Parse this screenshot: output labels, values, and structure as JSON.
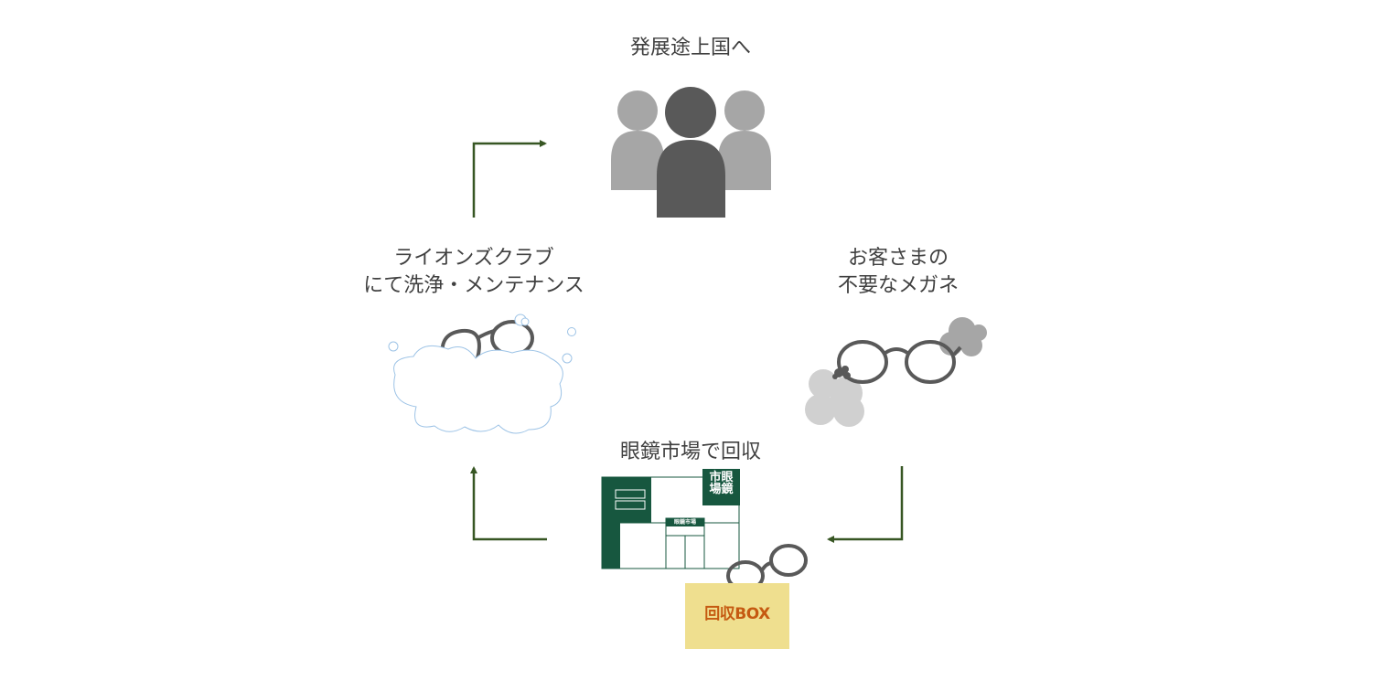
{
  "labels": {
    "top": "発展途上国へ",
    "left_line1": "ライオンズクラブ",
    "left_line2": "にて洗浄・メンテナンス",
    "right_line1": "お客さまの",
    "right_line2": "不要なメガネ",
    "bottom": "眼鏡市場で回収"
  },
  "store": {
    "sign_line1": "市眼",
    "sign_line2": "場鏡",
    "entrance_sign": "眼鏡市場"
  },
  "box": {
    "label": "回収BOX"
  },
  "colors": {
    "arrow": "#375623",
    "store_green": "#17573f",
    "box_fill": "#efdf8f",
    "box_text": "#c55a11",
    "bubble_stroke": "#9dc3e6",
    "person_dark": "#595959",
    "person_light": "#a6a6a6",
    "dust": "#bfbfbf",
    "glasses": "#595959"
  }
}
